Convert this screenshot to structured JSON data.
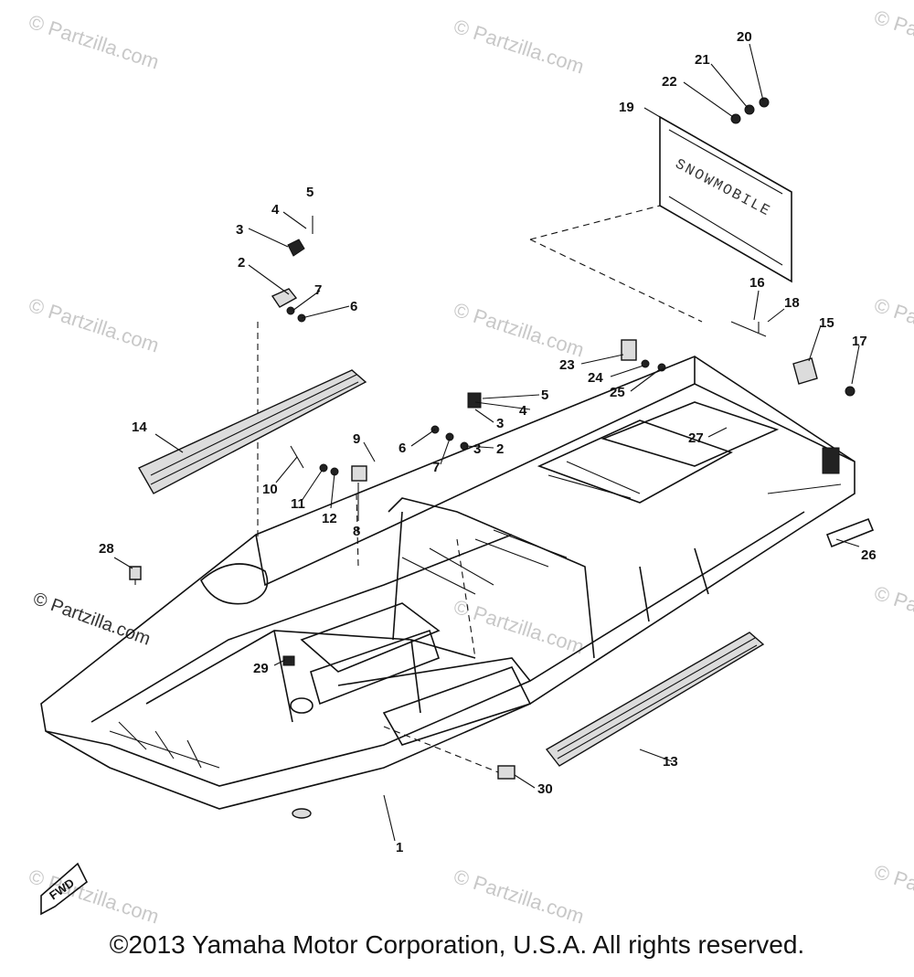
{
  "watermarks": {
    "site": "© Partzilla.com",
    "center_site": "© Partzilla.com"
  },
  "plate_text": "SNOWMOBILE",
  "fwd_label": "FWD",
  "callouts": [
    "1",
    "2",
    "3",
    "4",
    "5",
    "6",
    "7",
    "8",
    "9",
    "10",
    "11",
    "12",
    "13",
    "14",
    "15",
    "16",
    "17",
    "18",
    "19",
    "20",
    "21",
    "22",
    "23",
    "24",
    "25",
    "26",
    "27",
    "28",
    "29",
    "30"
  ],
  "copyright": "©2013 Yamaha Motor Corporation, U.S.A. All rights reserved."
}
